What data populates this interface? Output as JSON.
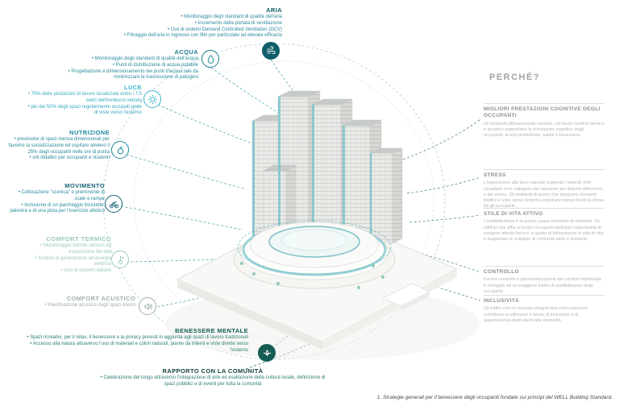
{
  "palette": {
    "teal": "#2b8a9e",
    "dark_teal": "#145c54",
    "cyan": "#3bb7cc",
    "light_green": "#9ccab6",
    "gray_green": "#9fb0ad",
    "glass_accent": "#7cc5cb"
  },
  "categories": [
    {
      "id": "aria",
      "label": "ARIA",
      "color": "#0e5d68",
      "icon": "wind-icon",
      "bullets": [
        "Monitoraggio degli standard di qualità dell'aria",
        "Incremento della portata di ventilazione",
        "Uso di sistemi Demand Controlled Ventilation (DCV)",
        "Filtraggio dell'aria in ingresso con filtri per particolato ad elevata efficacia"
      ]
    },
    {
      "id": "acqua",
      "label": "ACQUA",
      "color": "#1b7f93",
      "icon": "water-drop-icon",
      "bullets": [
        "Monitoraggio degli standard di qualità dell'acqua",
        "Punti di distribuzione di acqua potabile",
        "Progettazione e dimensionamento dei punti d'acqua tale da minimizzare la trasmissione di patogeni"
      ]
    },
    {
      "id": "luce",
      "label": "LUCE",
      "color": "#3bb7cc",
      "icon": "sun-icon",
      "bullets": [
        "70% delle postazioni di lavoro localizzate entro i 7,5 metri dell'involucro vetrato",
        "più del 50% degli spazi regolarmente occupati gode di viste verso l'esterno"
      ]
    },
    {
      "id": "nutrizione",
      "label": "NUTRIZIONE",
      "color": "#1b8a9e",
      "icon": "food-icon",
      "bullets": [
        "previsione di spazi mensa dimensionati per favorire la socializzazione ed ospitare almeno il 25% degli occupanti nelle ore di punta",
        "orti didattici per occupanti e studenti"
      ]
    },
    {
      "id": "movimento",
      "label": "MOVIMENTO",
      "color": "#176575",
      "icon": "bicycle-icon",
      "bullets": [
        "Collocazione \"scenica\" e preminente di scale e rampe",
        "Inclusione di un parcheggio biciclette, palestra e di una pista per l'esercizio atletico"
      ]
    },
    {
      "id": "comfort-termico",
      "label": "COMFORT TERMICO",
      "color": "#9ccab6",
      "icon": "thermometer-icon",
      "bullets": [
        "Monitoraggio tramite sensori ed esposizione dei dati",
        "Sistemi di generazione ad energia elettrica",
        "Uso di sistemi radianti"
      ]
    },
    {
      "id": "comfort-acustico",
      "label": "COMFORT ACUSTICO",
      "color": "#9fb0ad",
      "icon": "speaker-icon",
      "bullets": [
        "Pianificazione acustica degli spazi interni"
      ]
    },
    {
      "id": "benessere-mentale",
      "label": "BENESSERE MENTALE",
      "color": "#145c54",
      "icon": "lotus-icon",
      "bullets": [
        "Spazi ricreativi, per il relax, il benessere e la privacy previsti in aggiunta agli spazi di lavoro tradizionali",
        "Accesso alla natura attraverso l'uso di materiali e colori naturali, piante da interni e viste dirette verso l'esterno"
      ]
    },
    {
      "id": "rapporto-comunita",
      "label": "RAPPORTO CON LA COMUNITÀ",
      "color": "#12413c",
      "bullets": [
        "Celebrazione del luogo attraverso l'integrazione di arte ed esaltazione della cultura locale, definizione di spazi pubblici e di eventi per tutta la comunità"
      ]
    }
  ],
  "why": {
    "title": "PERCHÉ?",
    "items": [
      {
        "label": "MIGLIORI PRESTAZIONI COGNITIVE DEGLI OCCUPANTI",
        "desc": "Gli ambienti efficacemente ventilati, con buon comfort termico e acustico supportano le prestazioni cognitive degli occupanti, la loro produttività, salute e benessere."
      },
      {
        "label": "STRESS",
        "desc": "L'esposizione alla luce naturale supporta i naturali ritmi circadiani ed è collegata alla riduzione dei disturbi dell'umore e del sonno. Gli ambienti di lavoro che integrano elementi biofilici e viste verso l'esterno registrano minori livelli di stress fra gli occupanti."
      },
      {
        "label": "STILE DI VITA ATTIVO",
        "desc": "L'inattività fisica è la quarta causa mondiale di mortalità. Un edificio che offre ai propri occupanti molteplici opportunità di svolgere attività fisica è in grado di influenzarne lo stile di vita e supportare lo sviluppo di comunità sane e resilienti."
      },
      {
        "label": "CONTROLLO",
        "desc": "Fornire controllo e personalizzazione del comfort individuale è collegato ad un maggiore livello di soddisfazione degli occupanti."
      },
      {
        "label": "INCLUSIVITÀ",
        "desc": "Gli edifici con un marcato programma civico possono contribuire a rafforzare il senso di inclusione e di appartenenza degli utenti alla comunità."
      }
    ]
  },
  "caption": "1. Strategie generali per il benessere degli occupanti fondate sui principi del WELL Building Standard."
}
